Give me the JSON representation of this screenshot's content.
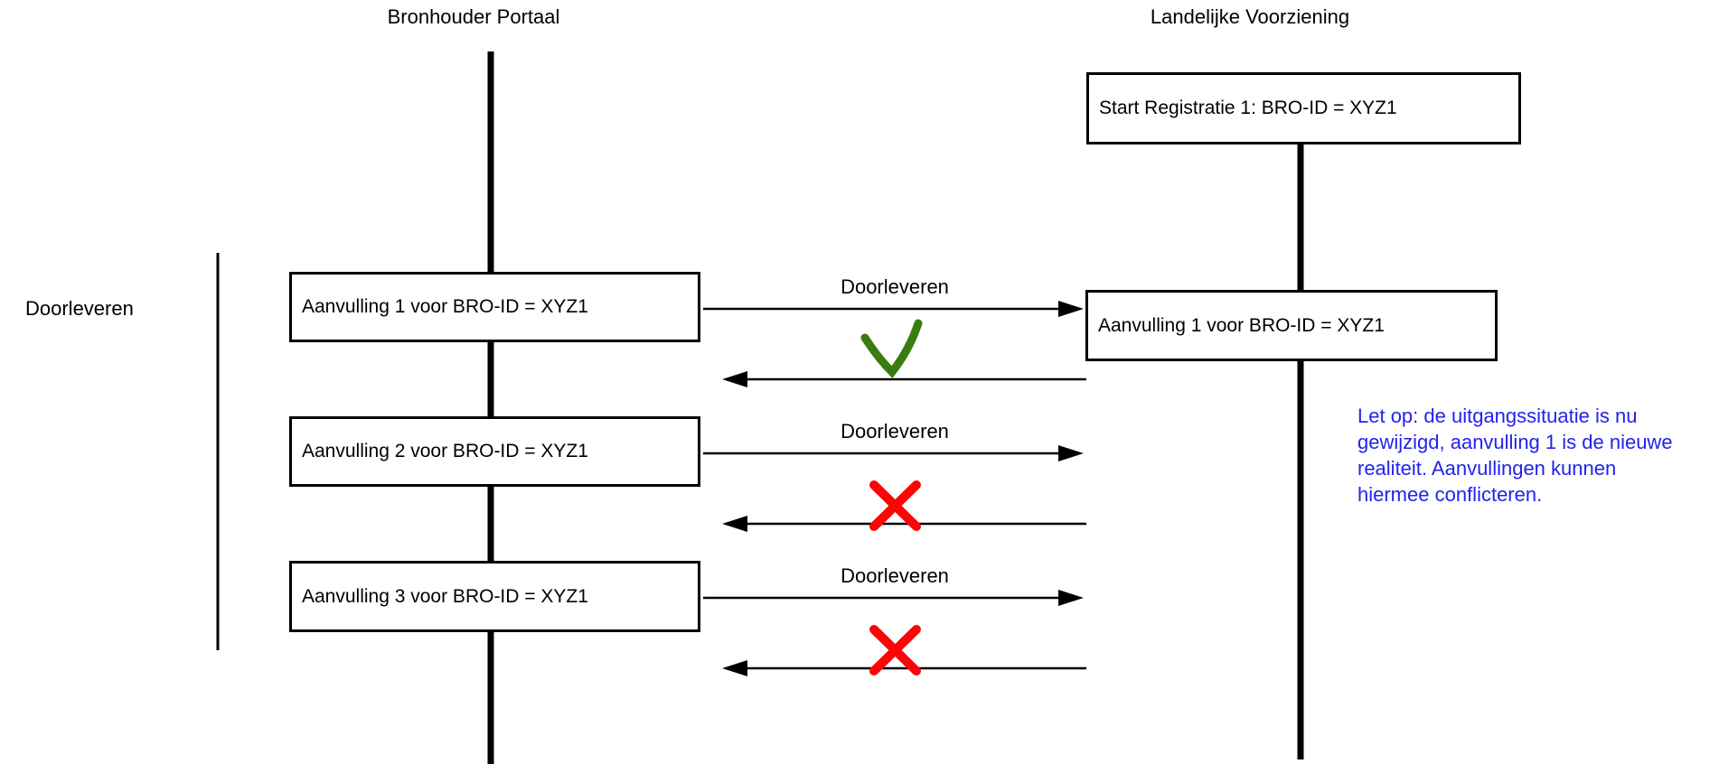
{
  "diagram": {
    "actors": {
      "left": "Bronhouder Portaal",
      "right": "Landelijke Voorziening"
    },
    "group": {
      "label": "Doorleveren"
    },
    "start_box": {
      "text": "Start Registratie 1: BRO-ID = XYZ1"
    },
    "right_box": {
      "text": "Aanvulling 1 voor BRO-ID = XYZ1"
    },
    "rows": [
      {
        "box": "Aanvulling 1 voor BRO-ID = XYZ1",
        "arrow_label": "Doorleveren",
        "result_icon": "check-icon"
      },
      {
        "box": "Aanvulling 2 voor BRO-ID = XYZ1",
        "arrow_label": "Doorleveren",
        "result_icon": "cross-icon"
      },
      {
        "box": "Aanvulling 3 voor BRO-ID = XYZ1",
        "arrow_label": "Doorleveren",
        "result_icon": "cross-icon"
      }
    ],
    "note": {
      "lines": [
        "Let op: de uitgangssituatie is nu",
        "gewijzigd, aanvulling 1 is de nieuwe",
        "realiteit. Aanvullingen kunnen",
        "hiermee conflicteren."
      ]
    },
    "colors": {
      "line": "#000000",
      "success": "#3a7d0f",
      "failure": "#fb0505",
      "note_text": "#2222ee"
    }
  }
}
